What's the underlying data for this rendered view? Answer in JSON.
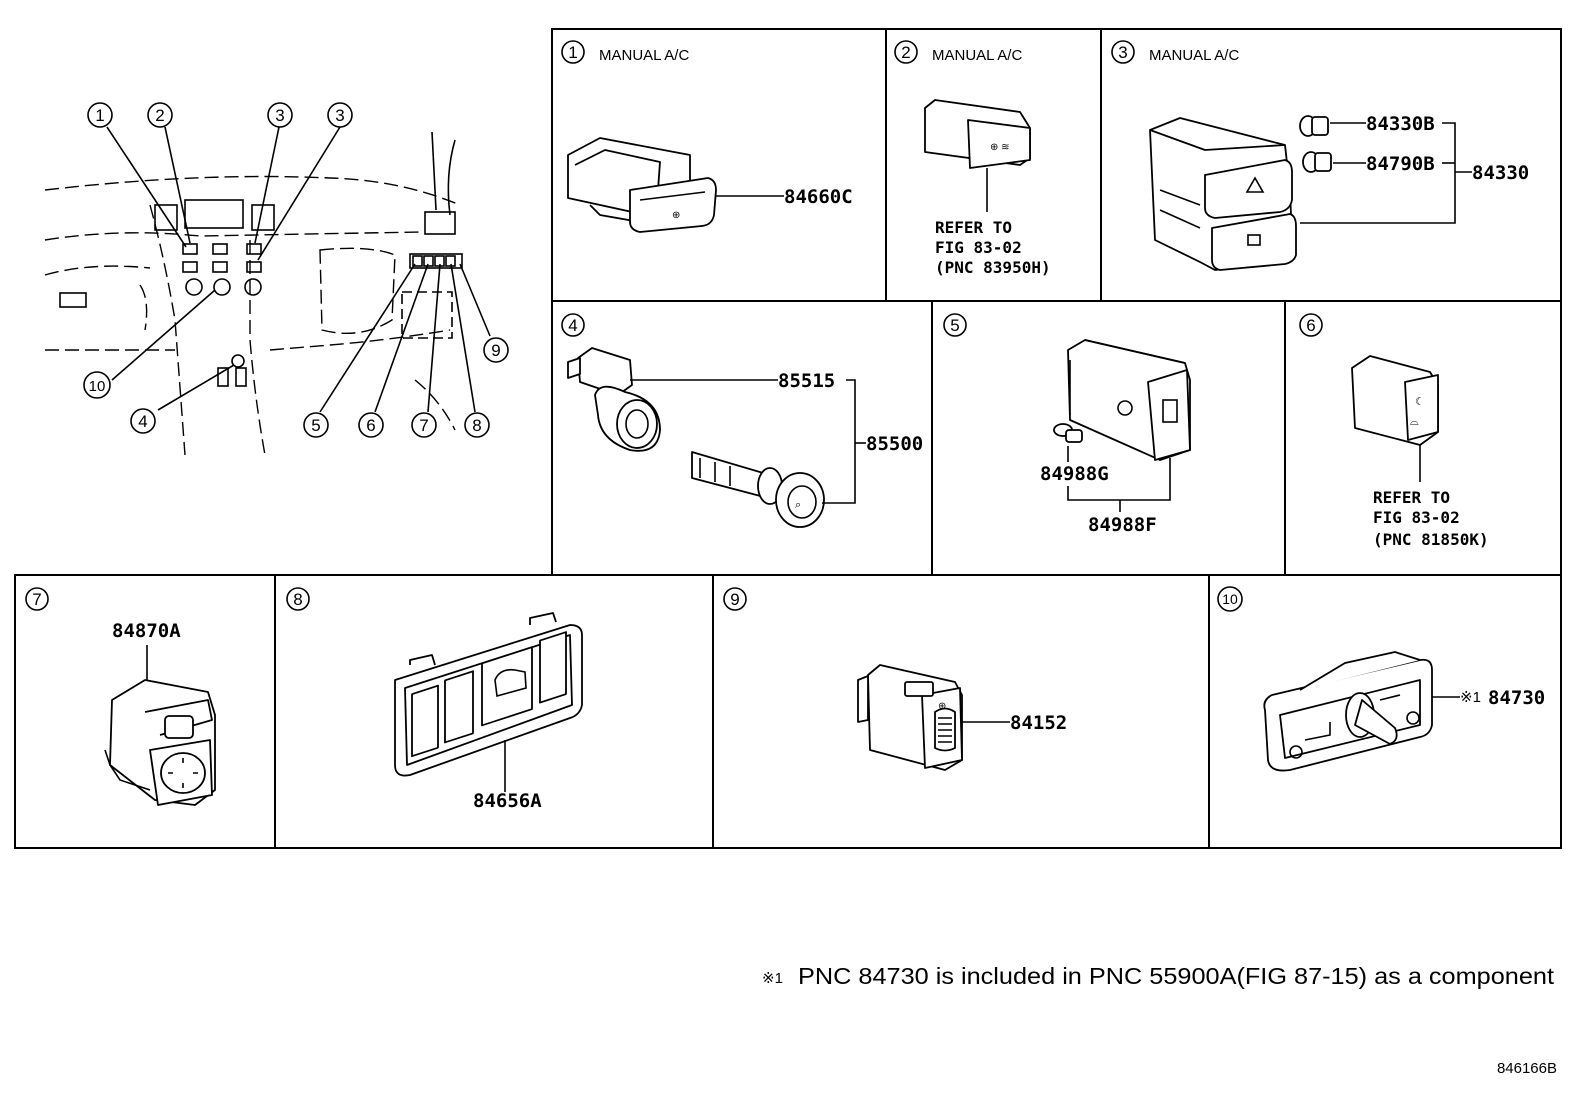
{
  "overview": {
    "callouts": [
      "1",
      "2",
      "3",
      "3",
      "10",
      "4",
      "5",
      "6",
      "7",
      "8",
      "9"
    ]
  },
  "panels": [
    {
      "number": "1",
      "title": "MANUAL A/C"
    },
    {
      "number": "2",
      "title": "MANUAL A/C"
    },
    {
      "number": "3",
      "title": "MANUAL A/C"
    },
    {
      "number": "4",
      "title": ""
    },
    {
      "number": "5",
      "title": ""
    },
    {
      "number": "6",
      "title": ""
    },
    {
      "number": "7",
      "title": ""
    },
    {
      "number": "8",
      "title": ""
    },
    {
      "number": "9",
      "title": ""
    },
    {
      "number": "10",
      "title": ""
    }
  ],
  "part_numbers": {
    "p1": "84660C",
    "p3a": "84330B",
    "p3b": "84790B",
    "p3c": "84330",
    "p4a": "85515",
    "p4b": "85500",
    "p5a": "84988G",
    "p5b": "84988F",
    "p7": "84870A",
    "p8": "84656A",
    "p9": "84152",
    "p10": "84730"
  },
  "p10_mark": "※1",
  "refs": {
    "r2": [
      "REFER TO",
      "FIG 83-02",
      "(PNC 83950H)"
    ],
    "r6": [
      "REFER TO",
      "FIG 83-02",
      "(PNC 81850K)"
    ]
  },
  "footnote": {
    "mark": "※1",
    "text": "PNC 84730 is included in PNC 55900A(FIG 87-15) as a component"
  },
  "figure_id": "846166B"
}
